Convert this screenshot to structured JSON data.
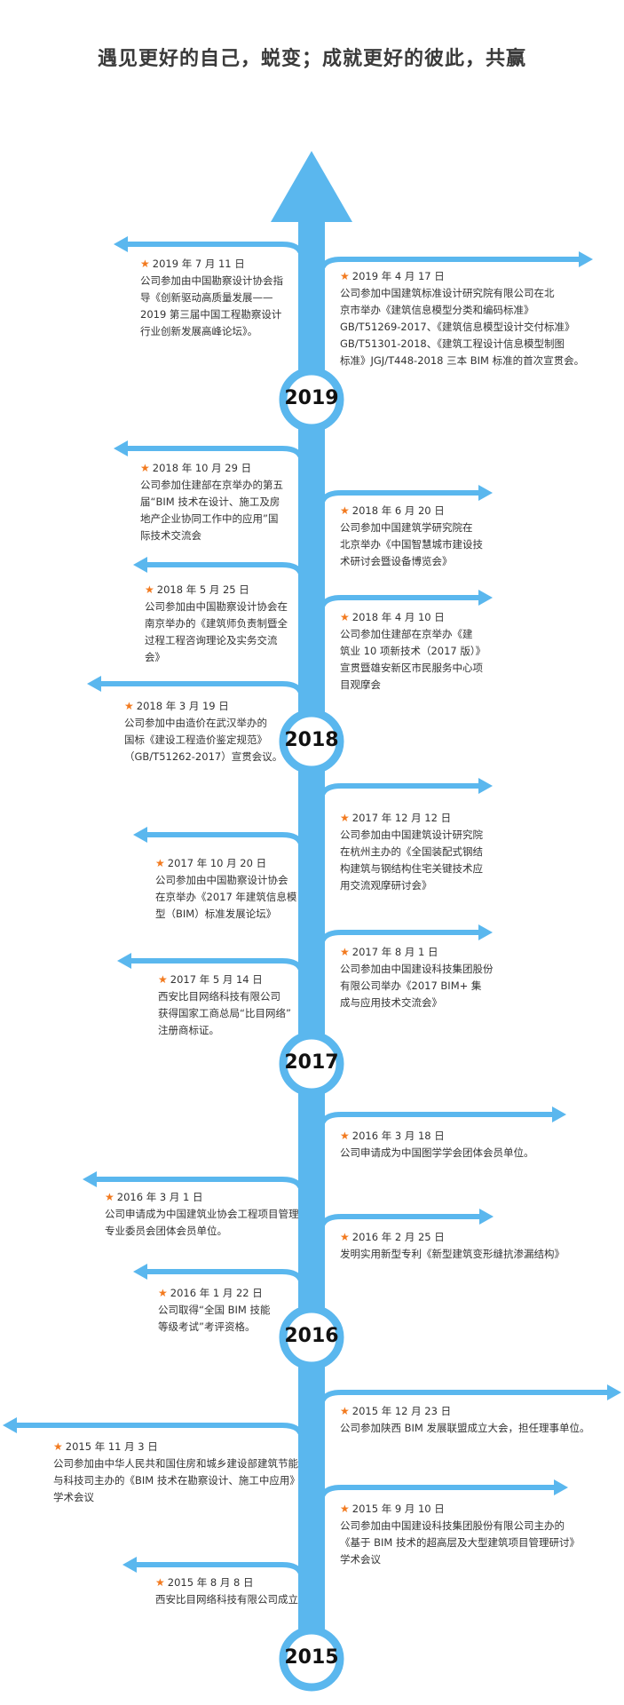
{
  "header": {
    "title": "遇见更好的自己，蜕变；成就更好的彼此，共赢"
  },
  "colors": {
    "line": "#5ab7ee",
    "star": "#f27a1f",
    "text": "#333333"
  },
  "years": [
    "2019",
    "2018",
    "2017",
    "2016",
    "2015"
  ],
  "events": [
    {
      "date": "2019 年 7 月 11 日",
      "text": "公司参加由中国勘察设计协会指\n导《创新驱动高质量发展——\n2019 第三届中国工程勘察设计\n行业创新发展高峰论坛》。"
    },
    {
      "date": "2019 年 4 月 17 日",
      "text": "公司参加中国建筑标准设计研究院有限公司在北\n京市举办《建筑信息模型分类和编码标准》\nGB/T51269-2017、《建筑信息模型设计交付标准》\nGB/T51301-2018、《建筑工程设计信息模型制图\n标准》JGJ/T448-2018 三本 BIM 标准的首次宣贯会。"
    },
    {
      "date": "2018 年 10 月 29 日",
      "text": "公司参加住建部在京举办的第五\n届“BIM 技术在设计、施工及房\n地产企业协同工作中的应用”国\n际技术交流会"
    },
    {
      "date": "2018 年 6 月 20 日",
      "text": "公司参加中国建筑学研究院在\n北京举办《中国智慧城市建设技\n术研讨会暨设备博览会》"
    },
    {
      "date": "2018 年 5 月 25 日",
      "text": "公司参加由中国勘察设计协会在\n南京举办的《建筑师负责制暨全\n过程工程咨询理论及实务交流\n会》"
    },
    {
      "date": "2018 年 4 月 10 日",
      "text": "公司参加住建部在京举办《建\n筑业 10 项新技术（2017 版）》\n宣贯暨雄安新区市民服务中心项\n目观摩会"
    },
    {
      "date": "2018 年 3 月 19 日",
      "text": "公司参加中由造价在武汉举办的\n国标《建设工程造价鉴定规范》\n（GB/T51262-2017）宣贯会议。"
    },
    {
      "date": "2017 年 12 月 12 日",
      "text": "公司参加由中国建筑设计研究院\n在杭州主办的《全国装配式钢结\n构建筑与钢结构住宅关键技术应\n用交流观摩研讨会》"
    },
    {
      "date": "2017 年 10 月 20 日",
      "text": "公司参加由中国勘察设计协会\n在京举办《2017 年建筑信息模\n型（BIM）标准发展论坛》"
    },
    {
      "date": "2017 年 8 月 1 日",
      "text": "公司参加由中国建设科技集团股份\n有限公司举办《2017 BIM+ 集\n成与应用技术交流会》"
    },
    {
      "date": "2017 年 5 月 14 日",
      "text": "西安比目网络科技有限公司\n获得国家工商总局“比目网络”\n注册商标证。"
    },
    {
      "date": "2016 年 3 月 18 日",
      "text": "公司申请成为中国图学学会团体会员单位。"
    },
    {
      "date": "2016 年 3 月 1 日",
      "text": "公司申请成为中国建筑业协会工程项目管理\n专业委员会团体会员单位。"
    },
    {
      "date": "2016 年 2 月 25 日",
      "text": "发明实用新型专利《新型建筑变形缝抗渗漏结构》"
    },
    {
      "date": "2016 年 1 月 22 日",
      "text": "公司取得“全国 BIM 技能\n等级考试”考评资格。"
    },
    {
      "date": "2015 年 12 月 23 日",
      "text": "公司参加陕西 BIM 发展联盟成立大会，担任理事单位。"
    },
    {
      "date": "2015 年 11 月 3 日",
      "text": "公司参加由中华人民共和国住房和城乡建设部建筑节能\n与科技司主办的《BIM 技术在勘察设计、施工中应用》\n学术会议"
    },
    {
      "date": "2015 年 9 月 10 日",
      "text": "公司参加由中国建设科技集团股份有限公司主办的\n《基于 BIM 技术的超高层及大型建筑项目管理研讨》\n学术会议"
    },
    {
      "date": "2015 年 8 月 8 日",
      "text": "西安比目网络科技有限公司成立"
    }
  ]
}
